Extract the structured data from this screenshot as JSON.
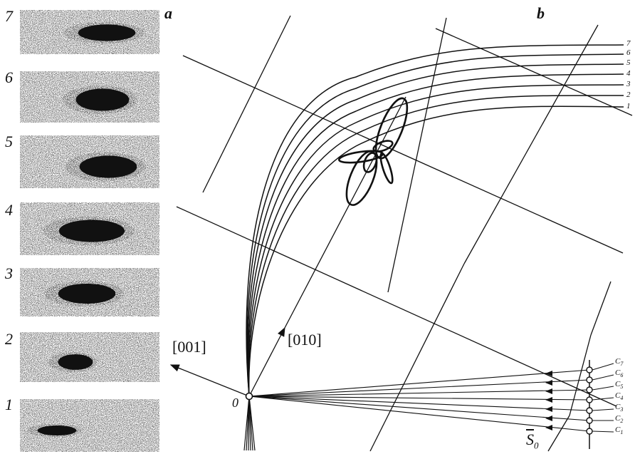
{
  "figure": {
    "panel_labels": {
      "a": "a",
      "b": "b"
    },
    "strips": [
      {
        "label": "7"
      },
      {
        "label": "6"
      },
      {
        "label": "5"
      },
      {
        "label": "4"
      },
      {
        "label": "3"
      },
      {
        "label": "2"
      },
      {
        "label": "1"
      }
    ],
    "directions": {
      "d001": "[001]",
      "d010": "[010]"
    },
    "origin_label": "0",
    "source_label": {
      "text": "S",
      "sub": "0"
    },
    "curve_labels": [
      "7",
      "6",
      "5",
      "4",
      "3",
      "2",
      "1"
    ],
    "source_labels": [
      {
        "text": "C",
        "sub": "7"
      },
      {
        "text": "C",
        "sub": "6"
      },
      {
        "text": "C",
        "sub": "5"
      },
      {
        "text": "C",
        "sub": "4"
      },
      {
        "text": "C",
        "sub": "3"
      },
      {
        "text": "C",
        "sub": "2"
      },
      {
        "text": "C",
        "sub": "1"
      }
    ],
    "colors": {
      "ink": "#111111",
      "background": "#ffffff"
    }
  }
}
